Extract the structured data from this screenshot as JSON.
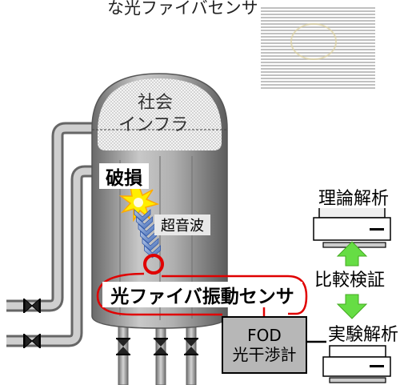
{
  "caption_top": "な光ファイバセンサ",
  "infra_label": {
    "line1": "社会",
    "line2": "インフラ"
  },
  "damage_label": "破損",
  "ultrasound_label": "超音波",
  "sensor_label": "光ファイバ振動センサ",
  "fod_box": {
    "line1": "FOD",
    "line2": "光干渉計"
  },
  "theory_label": "理論解析",
  "compare_label": "比較検証",
  "experiment_label": "実験解析",
  "colors": {
    "fiber": "#e00000",
    "arrow": "#66dd44",
    "tank": "#a0a0a0",
    "pipe": "#909090"
  }
}
